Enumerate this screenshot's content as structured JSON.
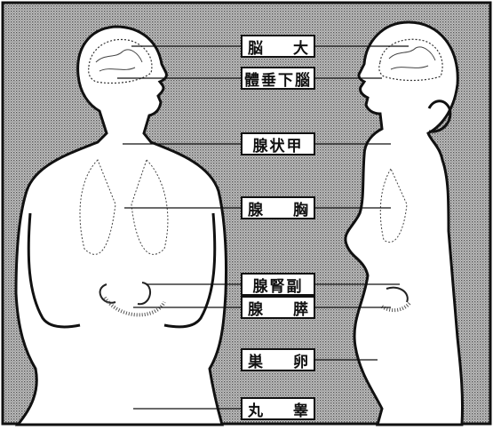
{
  "labels": {
    "brain": "脳 大",
    "pituitary": "體垂下腦",
    "thyroid": "腺状甲",
    "thymus": "腺 胸",
    "adrenal": "腺腎副",
    "pancreas": "腺 膵",
    "ovary": "巣 卵",
    "testis": "丸 睾"
  },
  "colors": {
    "background_fill": "#9a9a9a",
    "body_fill": "#ffffff",
    "line": "#111111"
  }
}
